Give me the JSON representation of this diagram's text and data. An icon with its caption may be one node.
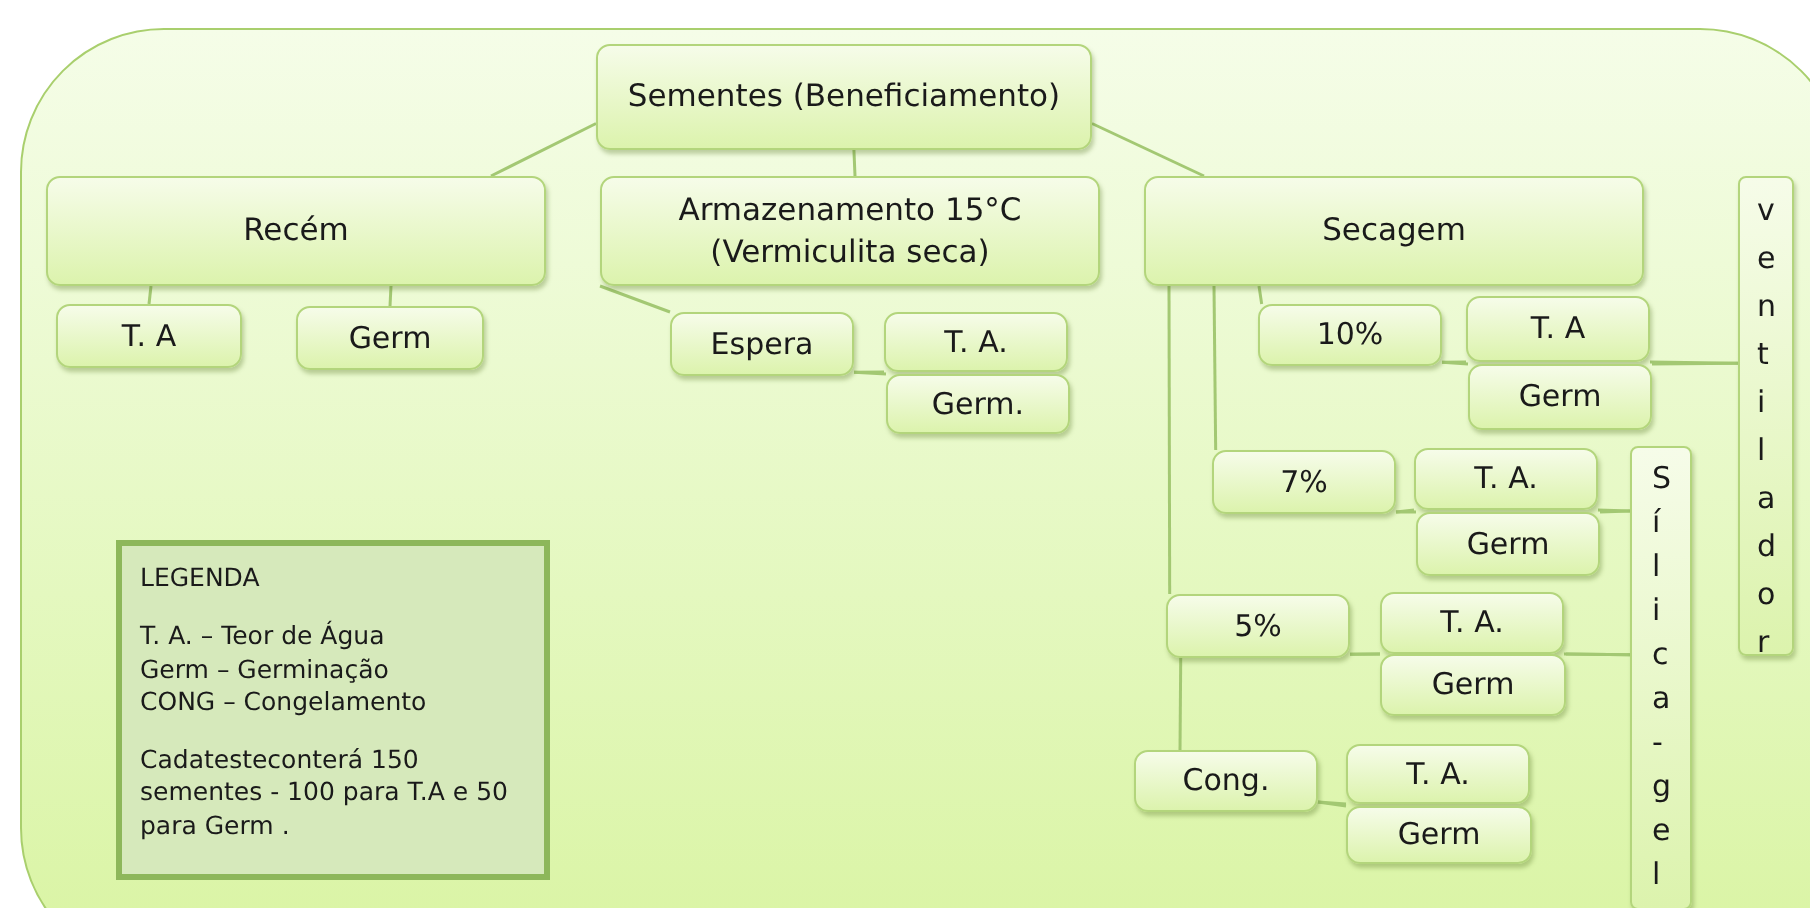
{
  "diagram": {
    "nodes": [
      {
        "text": [
          "Sementes (Beneficiamento)"
        ]
      },
      {
        "text": [
          "Recém"
        ]
      },
      {
        "text": [
          "Armazenamento 15°C (Vermiculita seca)"
        ]
      },
      {
        "text": [
          "Secagem"
        ]
      },
      {
        "text": [
          "ventilador"
        ]
      },
      {
        "text": [
          "T. A"
        ]
      },
      {
        "text": [
          "Germ"
        ]
      },
      {
        "text": [
          "Espera"
        ]
      },
      {
        "text": [
          "T. A."
        ]
      },
      {
        "text": [
          "Germ."
        ]
      },
      {
        "text": [
          "10%"
        ]
      },
      {
        "text": [
          "T. A"
        ]
      },
      {
        "text": [
          "Germ"
        ]
      },
      {
        "text": [
          "7%"
        ]
      },
      {
        "text": [
          "T. A."
        ]
      },
      {
        "text": [
          "Germ"
        ]
      },
      {
        "text": [
          "Sílica-gel"
        ]
      },
      {
        "text": [
          "5%"
        ]
      },
      {
        "text": [
          "T. A."
        ]
      },
      {
        "text": [
          "Germ"
        ]
      },
      {
        "text": [
          "Cong."
        ]
      },
      {
        "text": [
          "T. A."
        ]
      },
      {
        "text": [
          "Germ"
        ]
      },
      {
        "text": [
          "LEGENDA",
          "T. A. – Teor de Água",
          "Germ – Germinação",
          "CONG – Congelamento",
          "Cadatesteconterá 150 sementes - 100 para T.A e  50 para Germ ."
        ]
      }
    ],
    "edges": [
      {
        "from": 0,
        "to": 1,
        "arrow": "none"
      },
      {
        "from": 0,
        "to": 2,
        "arrow": "none"
      },
      {
        "from": 0,
        "to": 3,
        "arrow": "none"
      },
      {
        "from": 1,
        "to": 5,
        "arrow": "none"
      },
      {
        "from": 1,
        "to": 6,
        "arrow": "none"
      },
      {
        "from": 2,
        "to": 7,
        "arrow": "none"
      },
      {
        "from": 7,
        "to": 8,
        "arrow": "none"
      },
      {
        "from": 7,
        "to": 9,
        "arrow": "none"
      },
      {
        "from": 3,
        "to": 10,
        "arrow": "none"
      },
      {
        "from": 3,
        "to": 13,
        "arrow": "none"
      },
      {
        "from": 3,
        "to": 17,
        "arrow": "none"
      },
      {
        "from": 17,
        "to": 20,
        "arrow": "none"
      },
      {
        "from": 10,
        "to": 11,
        "arrow": "none"
      },
      {
        "from": 10,
        "to": 12,
        "arrow": "none"
      },
      {
        "from": 11,
        "to": 4,
        "arrow": "none"
      },
      {
        "from": 12,
        "to": 4,
        "arrow": "none"
      },
      {
        "from": 13,
        "to": 14,
        "arrow": "none"
      },
      {
        "from": 13,
        "to": 15,
        "arrow": "none"
      },
      {
        "from": 14,
        "to": 16,
        "arrow": "none"
      },
      {
        "from": 15,
        "to": 16,
        "arrow": "none"
      },
      {
        "from": 17,
        "to": 18,
        "arrow": "none"
      },
      {
        "from": 17,
        "to": 19,
        "arrow": "none"
      },
      {
        "from": 18,
        "to": 16,
        "arrow": "none"
      },
      {
        "from": 19,
        "to": 16,
        "arrow": "none"
      },
      {
        "from": 20,
        "to": 21,
        "arrow": "none"
      },
      {
        "from": 20,
        "to": 22,
        "arrow": "none"
      }
    ]
  }
}
